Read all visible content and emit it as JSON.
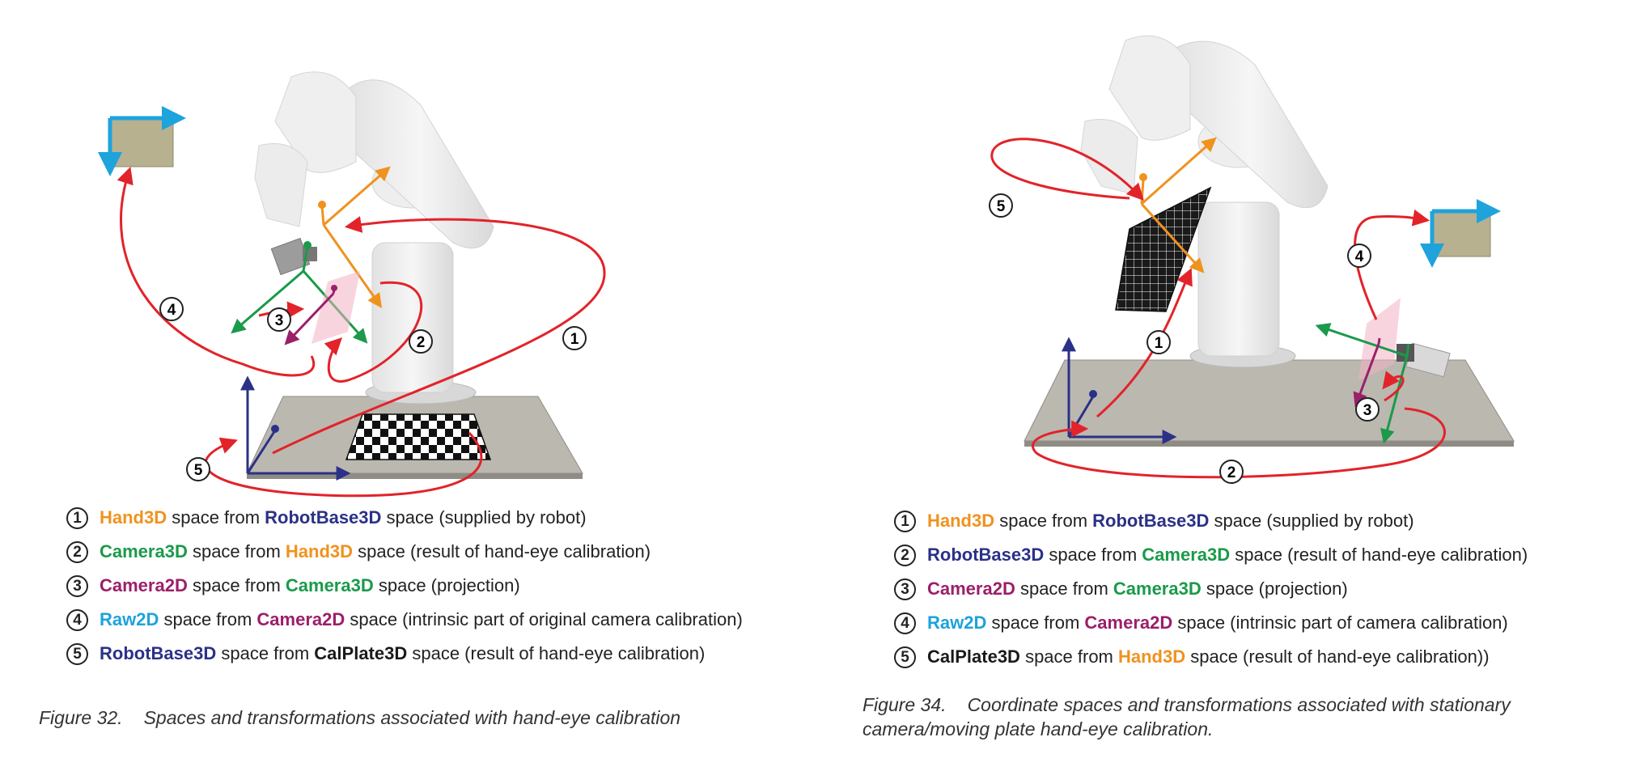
{
  "colors": {
    "Hand3D": "#f0921e",
    "RobotBase3D": "#2b3187",
    "Camera3D": "#1a9a4a",
    "Camera2D": "#9b1f6a",
    "Raw2D": "#1ea3dc",
    "CalPlate3D": "#1a1a1a",
    "arrow": "#e2232a",
    "plate": "#bbb8b0",
    "raw2d_box": "#b7b190"
  },
  "figure32": {
    "badges": [
      "1",
      "2",
      "3",
      "4",
      "5"
    ],
    "legend": [
      {
        "num": "1",
        "a": "Hand3D",
        "a_key": "Hand3D",
        "mid": " space from ",
        "b": "RobotBase3D",
        "b_key": "RobotBase3D",
        "tail": " space (supplied by robot)"
      },
      {
        "num": "2",
        "a": "Camera3D",
        "a_key": "Camera3D",
        "mid": " space from ",
        "b": "Hand3D",
        "b_key": "Hand3D",
        "tail": " space (result of hand-eye calibration)"
      },
      {
        "num": "3",
        "a": "Camera2D",
        "a_key": "Camera2D",
        "mid": " space from ",
        "b": "Camera3D",
        "b_key": "Camera3D",
        "tail": " space (projection)"
      },
      {
        "num": "4",
        "a": "Raw2D",
        "a_key": "Raw2D",
        "mid": " space from ",
        "b": "Camera2D",
        "b_key": "Camera2D",
        "tail": " space (intrinsic part of original camera calibration)"
      },
      {
        "num": "5",
        "a": "RobotBase3D",
        "a_key": "RobotBase3D",
        "mid": " space from ",
        "b": "CalPlate3D",
        "b_key": "CalPlate3D",
        "tail": " space (result of hand-eye calibration)"
      }
    ],
    "caption_label": "Figure 32.",
    "caption_text": "Spaces and transformations associated with hand-eye calibration"
  },
  "figure34": {
    "badges": [
      "1",
      "2",
      "3",
      "4",
      "5"
    ],
    "legend": [
      {
        "num": "1",
        "a": "Hand3D",
        "a_key": "Hand3D",
        "mid": " space from ",
        "b": "RobotBase3D",
        "b_key": "RobotBase3D",
        "tail": " space (supplied by robot)"
      },
      {
        "num": "2",
        "a": "RobotBase3D",
        "a_key": "RobotBase3D",
        "mid": " space from ",
        "b": "Camera3D",
        "b_key": "Camera3D",
        "tail": " space (result of hand-eye calibration)"
      },
      {
        "num": "3",
        "a": "Camera2D",
        "a_key": "Camera2D",
        "mid": " space from ",
        "b": "Camera3D",
        "b_key": "Camera3D",
        "tail": " space (projection)"
      },
      {
        "num": "4",
        "a": "Raw2D",
        "a_key": "Raw2D",
        "mid": " space from ",
        "b": "Camera2D",
        "b_key": "Camera2D",
        "tail": " space (intrinsic part of camera calibration)"
      },
      {
        "num": "5",
        "a": "CalPlate3D",
        "a_key": "CalPlate3D",
        "mid": " space from ",
        "b": "Hand3D",
        "b_key": "Hand3D",
        "tail": " space (result of hand-eye calibration))"
      }
    ],
    "caption_label": "Figure 34.",
    "caption_text": "Coordinate spaces and transformations associated with stationary camera/moving plate hand-eye calibration."
  }
}
